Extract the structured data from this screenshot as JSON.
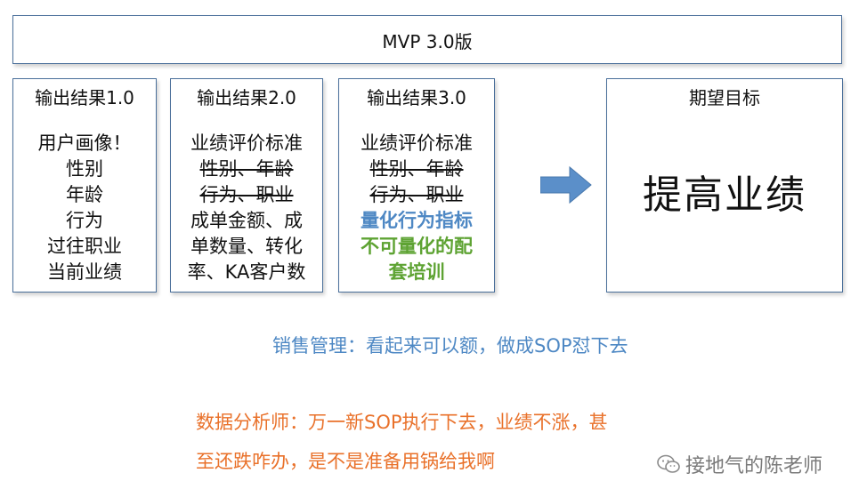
{
  "title": "MVP 3.0版",
  "columns": [
    {
      "header": "输出结果1.0",
      "lines": [
        {
          "text": "用户画像！",
          "style": "normal"
        },
        {
          "text": "性别",
          "style": "normal"
        },
        {
          "text": "年龄",
          "style": "normal"
        },
        {
          "text": "行为",
          "style": "normal"
        },
        {
          "text": "过往职业",
          "style": "normal"
        },
        {
          "text": "当前业绩",
          "style": "normal"
        }
      ]
    },
    {
      "header": "输出结果2.0",
      "lines": [
        {
          "text": "业绩评价标准",
          "style": "normal"
        },
        {
          "text": "性别、年龄",
          "style": "strike"
        },
        {
          "text": "行为、职业",
          "style": "strike"
        },
        {
          "text": "成单金额、成",
          "style": "normal"
        },
        {
          "text": "单数量、转化",
          "style": "normal"
        },
        {
          "text": "率、KA客户数",
          "style": "normal"
        }
      ]
    },
    {
      "header": "输出结果3.0",
      "lines": [
        {
          "text": "业绩评价标准",
          "style": "normal"
        },
        {
          "text": "性别、年龄",
          "style": "strike"
        },
        {
          "text": "行为、职业",
          "style": "strike"
        },
        {
          "text": "量化行为指标",
          "style": "blue"
        },
        {
          "text": "不可量化的配",
          "style": "green"
        },
        {
          "text": "套培训",
          "style": "green"
        }
      ]
    }
  ],
  "goal": {
    "header": "期望目标",
    "text": "提高业绩"
  },
  "arrow": {
    "icon": "right-arrow-icon",
    "color": "#5b8fc9"
  },
  "notes": {
    "sales": "销售管理：看起来可以额，做成SOP怼下去",
    "analyst_line1": "数据分析师：万一新SOP执行下去，业绩不涨，甚",
    "analyst_line2": "至还跌咋办，是不是准备用锅给我啊"
  },
  "watermark": {
    "icon": "wechat-icon",
    "text": "接地气的陈老师"
  },
  "colors": {
    "border": "#4a6f9a",
    "blue_text": "#4e88c4",
    "green_text": "#5ea333",
    "orange_text": "#e9712a"
  }
}
